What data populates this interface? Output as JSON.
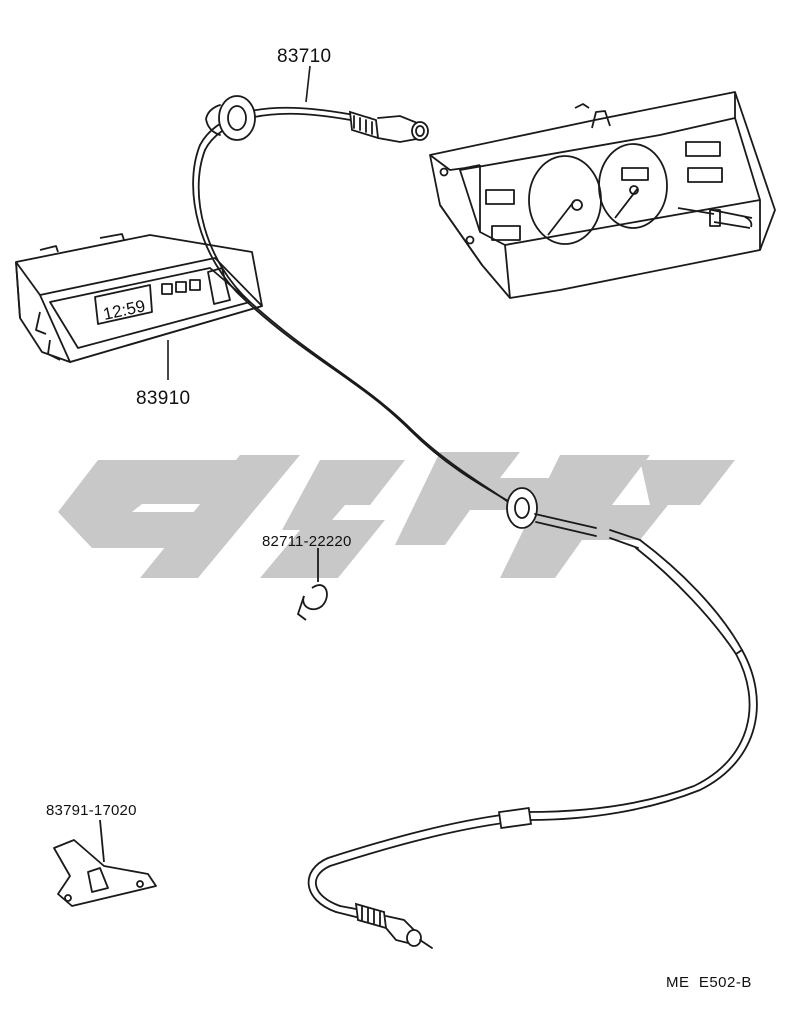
{
  "parts": {
    "cable": "83710",
    "clock": "83910",
    "clamp": "82711-22220",
    "bracket": "83791-17020"
  },
  "clock_display": "12:59",
  "diagram_code": "ME  E502-B",
  "watermark": {
    "description": "grey stylized logo overlay",
    "color": "#c8c8c8"
  }
}
